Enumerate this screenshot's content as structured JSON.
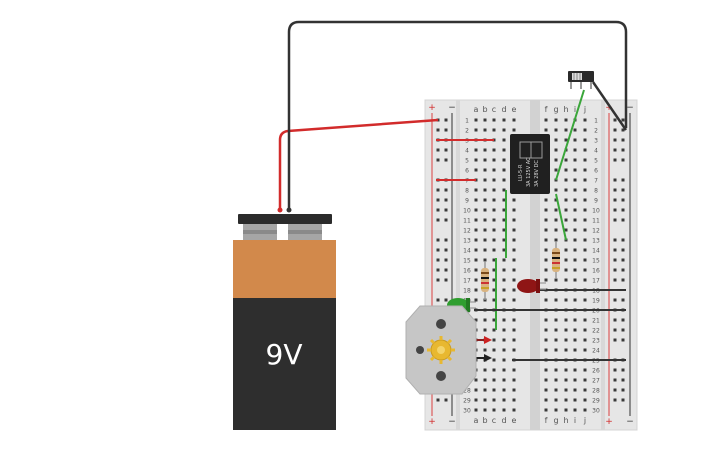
{
  "battery": {
    "label": "9V"
  },
  "breadboard": {
    "col_letters_left": [
      "a",
      "b",
      "c",
      "d",
      "e"
    ],
    "col_letters_right": [
      "f",
      "g",
      "h",
      "i",
      "j"
    ],
    "row_count": 30,
    "plus": "+",
    "minus": "−"
  },
  "relay": {
    "lines": [
      "LU-5-R",
      "3A 125V AC",
      "3A 28V DC"
    ]
  },
  "colors": {
    "red_wire": "#d22b2b",
    "black_wire": "#333333",
    "green_wire": "#3aa63a",
    "battery_top": "#d2894b",
    "battery_body": "#2e2e2e",
    "led_red": "#8f1515",
    "led_green": "#2f9e2f"
  }
}
